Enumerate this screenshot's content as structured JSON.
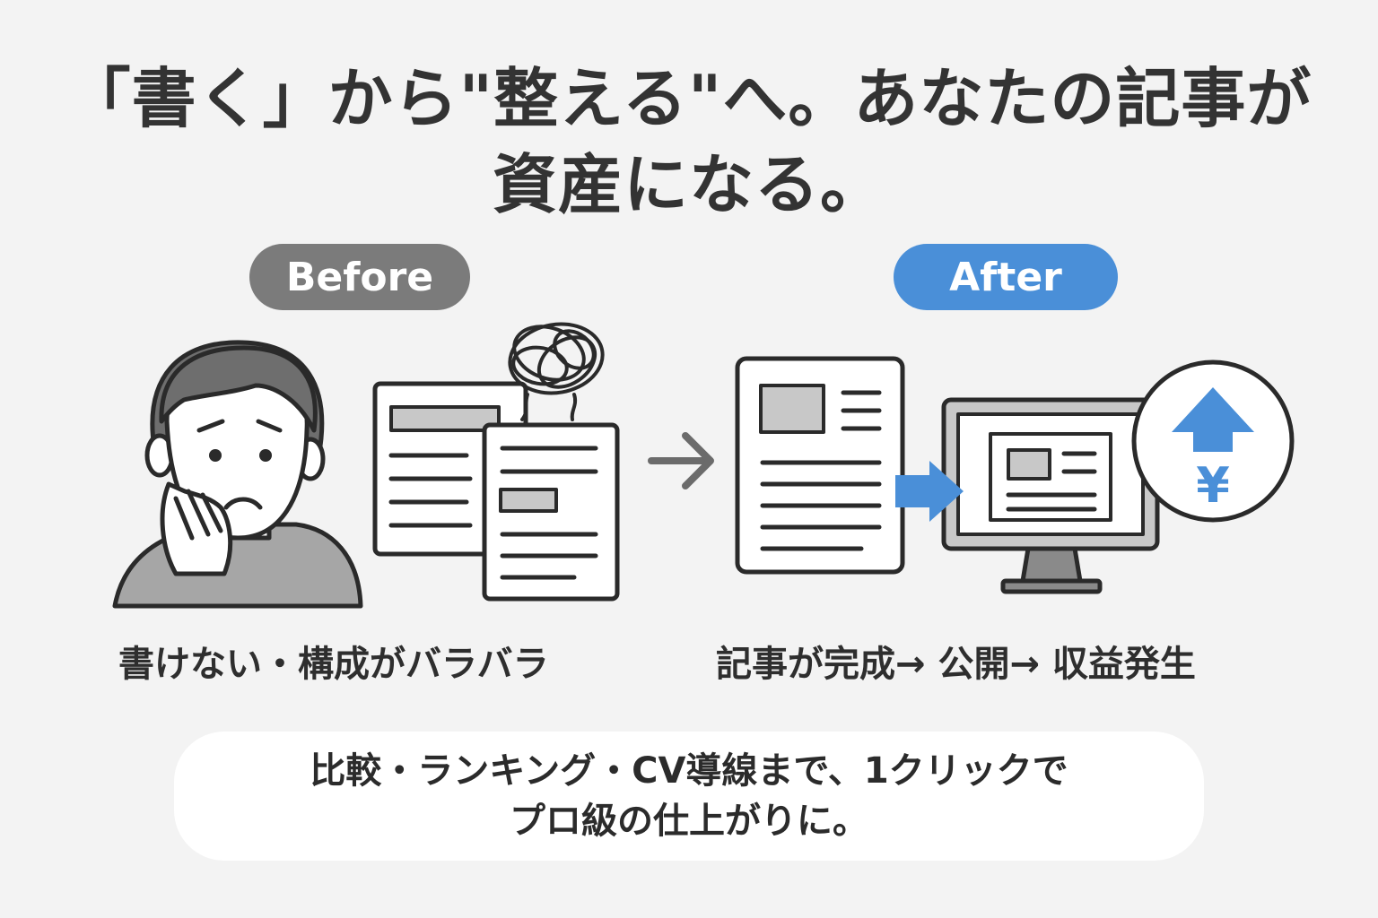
{
  "title": {
    "line1": "「書く」から\"整える\"へ。あなたの記事が",
    "line2": "資産になる。"
  },
  "before": {
    "label": "Before",
    "caption": "書けない・構成がバラバラ",
    "color": "#7b7b7b"
  },
  "after": {
    "label": "After",
    "caption": "記事が完成→ 公開→ 収益発生",
    "color": "#4a8fd8",
    "currency_symbol": "¥"
  },
  "bottom": {
    "line1": "比較・ランキング・CV導線まで、1クリックで",
    "line2": "プロ級の仕上がりに。"
  },
  "icons": [
    "worried-person-icon",
    "messy-documents-icon",
    "tangle-icon",
    "arrow-right-icon",
    "article-document-icon",
    "publish-arrow-icon",
    "monitor-icon",
    "revenue-up-icon"
  ]
}
